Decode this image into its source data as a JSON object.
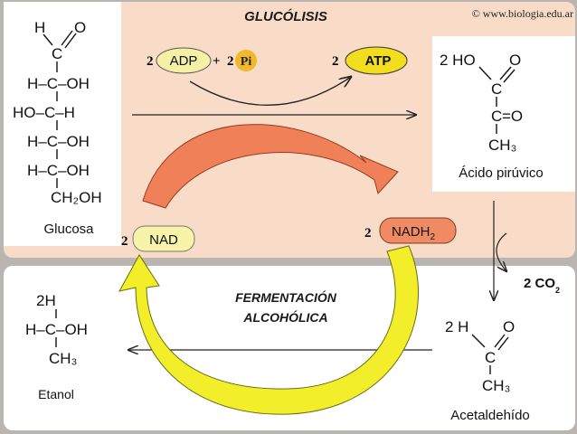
{
  "title_top": "GLUCÓLISIS",
  "watermark": "© www.biologia.edu.ar",
  "title_bottom_line1": "FERMENTACIÓN",
  "title_bottom_line2": "ALCOHÓLICA",
  "coef2": "2",
  "reagents": {
    "adp": "ADP",
    "plus": "+",
    "pi": "Pi",
    "atp": "ATP",
    "nad": "NAD",
    "nadh_main": "NADH",
    "nadh_sub": "2",
    "co2": "2 CO",
    "co2_sub": "2"
  },
  "glucose": {
    "name": "Glucosa",
    "h_top": "H",
    "c_top": "C",
    "o_top": "O",
    "rows": [
      "H–C–OH",
      "HO–C–H",
      "H–C–OH",
      "H–C–OH"
    ],
    "bottom": "CH₂OH"
  },
  "pyruvate": {
    "name": "Ácido pirúvico",
    "coef": "2 HO",
    "o1": "O",
    "c1": "C",
    "c2": "C",
    "o2": "=O",
    "ch3": "CH₃"
  },
  "acetaldehyde": {
    "name": "Acetaldehído",
    "coef": "2 H",
    "o": "O",
    "c": "C",
    "ch3": "CH₃"
  },
  "ethanol": {
    "name": "Etanol",
    "coef": "2H",
    "mid": "H–C–OH",
    "ch3": "CH₃"
  },
  "colors": {
    "glycolysis_bg": "#f9dcc8",
    "white_box": "#ffffff",
    "adp_fill": "#f5f0a6",
    "pi_fill": "#f1b82a",
    "atp_fill": "#f3dd1f",
    "nad_fill": "#f7f3a8",
    "nadh_fill": "#f08a62",
    "orange_arrow": "#f08058",
    "yellow_arrow": "#f2ef2a",
    "title_text": "#1a1a1a"
  }
}
